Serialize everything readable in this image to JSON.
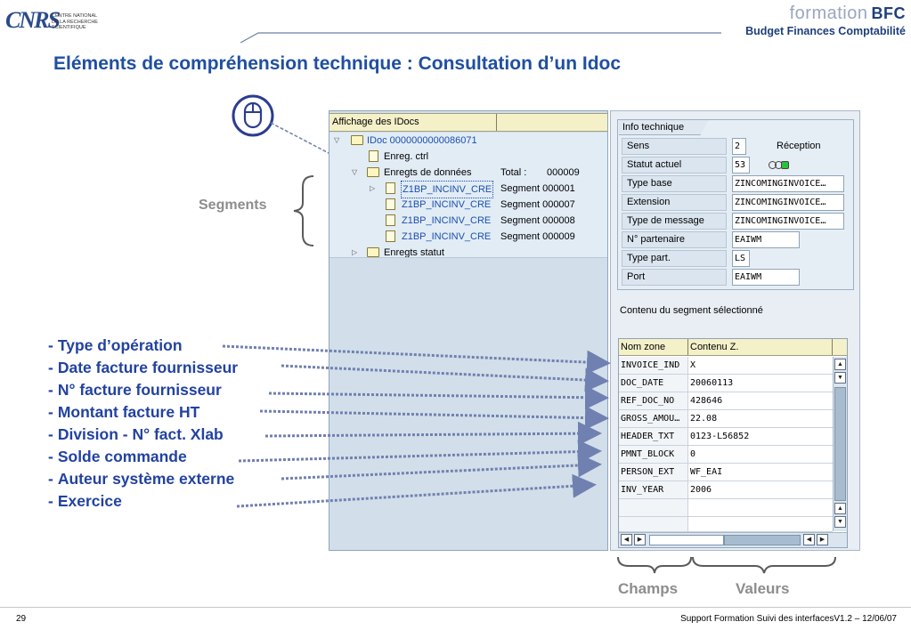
{
  "header": {
    "logo_mark": "CNRS",
    "logo_lines": [
      "CENTRE NATIONAL",
      "DE LA RECHERCHE",
      "SCIENTIFIQUE"
    ],
    "brand_word": "formation",
    "brand_code": "BFC",
    "brand_sub": "Budget Finances Comptabilité"
  },
  "title": "Eléments de compréhension technique : Consultation d’un Idoc",
  "annotations": {
    "segments": "Segments",
    "fields": [
      "Type d’opération",
      "Date facture fournisseur",
      "N° facture fournisseur",
      "Montant facture HT",
      "Division - N° fact. Xlab",
      "Solde commande",
      "Auteur système externe",
      "Exercice"
    ],
    "dash": "-",
    "champs": "Champs",
    "valeurs": "Valeurs"
  },
  "tree": {
    "header": "Affichage des IDocs",
    "idoc": "IDoc 0000000000086071",
    "control": "Enreg. ctrl",
    "data_records": "Enregts de données",
    "total_label": "Total :",
    "total_value": "000009",
    "segments": [
      {
        "name": "Z1BP_INCINV_CRE",
        "id": "Segment 000001"
      },
      {
        "name": "Z1BP_INCINV_CRE",
        "id": "Segment 000007"
      },
      {
        "name": "Z1BP_INCINV_CRE",
        "id": "Segment 000008"
      },
      {
        "name": "Z1BP_INCINV_CRE",
        "id": "Segment 000009"
      }
    ],
    "status": "Enregts statut"
  },
  "info": {
    "tab": "Info technique",
    "rows": [
      {
        "label": "Sens",
        "value": "2",
        "extra": "Réception"
      },
      {
        "label": "Statut actuel",
        "value": "53"
      },
      {
        "label": "Type base",
        "value": "ZINCOMINGINVOICE…"
      },
      {
        "label": "Extension",
        "value": "ZINCOMINGINVOICE…"
      },
      {
        "label": "Type de message",
        "value": "ZINCOMINGINVOICE…"
      },
      {
        "label": "N° partenaire",
        "value": "EAIWM"
      },
      {
        "label": "Type part.",
        "value": "LS"
      },
      {
        "label": "Port",
        "value": "EAIWM"
      }
    ]
  },
  "segment_content": {
    "caption": "Contenu du segment sélectionné",
    "col_field": "Nom zone",
    "col_value": "Contenu Z.",
    "rows": [
      {
        "field": "INVOICE_IND",
        "value": "X"
      },
      {
        "field": "DOC_DATE",
        "value": "20060113"
      },
      {
        "field": "REF_DOC_NO",
        "value": "428646"
      },
      {
        "field": "GROSS_AMOU…",
        "value": "22.08"
      },
      {
        "field": "HEADER_TXT",
        "value": "0123-L56852"
      },
      {
        "field": "PMNT_BLOCK",
        "value": "0"
      },
      {
        "field": "PERSON_EXT",
        "value": "WF_EAI"
      },
      {
        "field": "INV_YEAR",
        "value": "2006"
      }
    ]
  },
  "footer": {
    "page": "29",
    "text": "Support Formation Suivi des interfacesV1.2 – 12/06/07"
  },
  "colors": {
    "title": "#1f4fa0",
    "annotation_blue": "#2242a0",
    "annotation_gray": "#8d8d8d",
    "arrow": "#7080b0",
    "panel_bg": "#d2dfea"
  }
}
